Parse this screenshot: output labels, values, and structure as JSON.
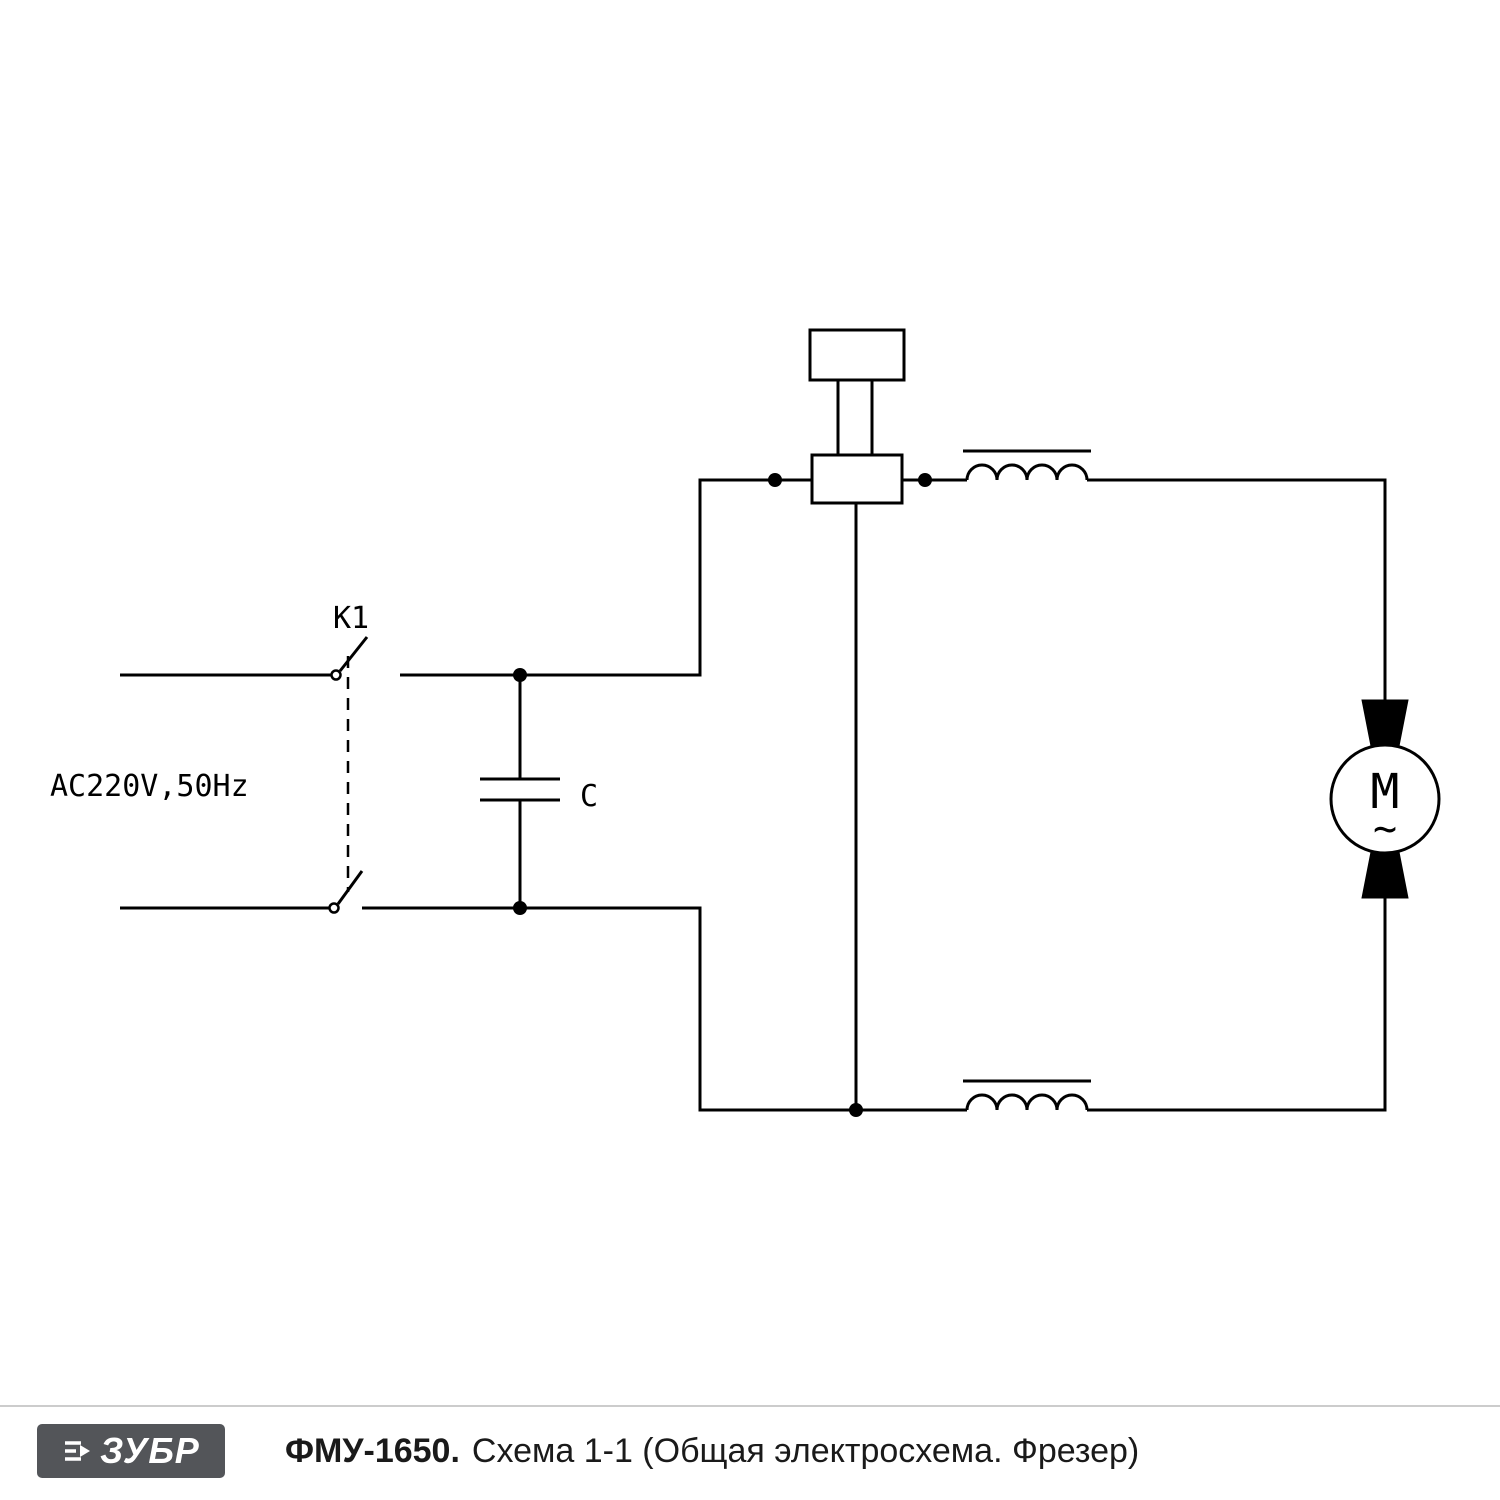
{
  "schematic": {
    "source_label": "AC220V,50Hz",
    "switch_label": "K1",
    "capacitor_label": "C",
    "motor_label": "M",
    "motor_wave": "~"
  },
  "footer": {
    "brand": "ЗУБР",
    "model": "ФМУ-1650.",
    "description": "Схема 1-1 (Общая электросхема. Фрезер)"
  },
  "colors": {
    "line": "#000000",
    "separator": "#cccccc",
    "brand_background": "#535559",
    "background": "#ffffff"
  }
}
